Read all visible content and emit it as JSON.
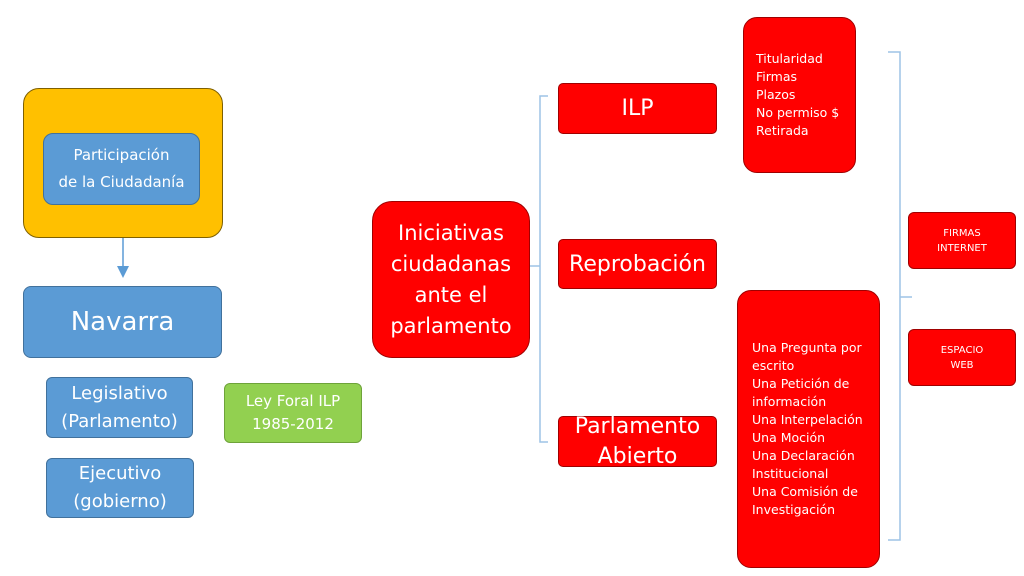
{
  "participacion": "Participación\nde la Ciudadanía",
  "navarra": "Navarra",
  "legislativo": "Legislativo\n(Parlamento)",
  "ejecutivo": "Ejecutivo\n(gobierno)",
  "ley_foral": "Ley Foral ILP\n1985-2012",
  "iniciativas": "Iniciativas\nciudadanas\nante el\nparlamento",
  "ilp": "ILP",
  "reprobacion": "Reprobación",
  "parlamento_abierto": "Parlamento\nAbierto",
  "ilp_details": [
    "Titularidad",
    "Firmas",
    "Plazos",
    "No permiso $",
    "Retirada"
  ],
  "parlamento_details": [
    "Una Pregunta por escrito",
    "Una Petición de información",
    "Una Interpelación",
    "Una Moción",
    "Una Declaración Institucional",
    "Una Comisión de Investigación"
  ],
  "firmas_internet": "FIRMAS\nINTERNET",
  "espacio_web": "ESPACIO\nWEB",
  "colors": {
    "blue": "#5b9bd5",
    "red": "#ff0000",
    "green": "#92d050",
    "yellow": "#ffc000"
  }
}
